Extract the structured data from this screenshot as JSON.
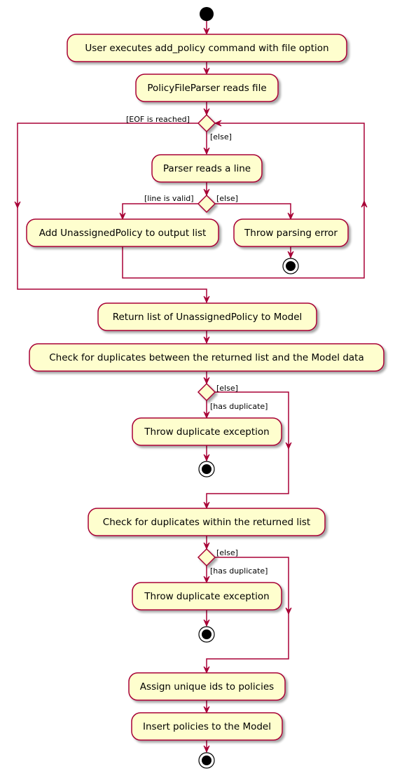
{
  "diagram": {
    "type": "uml-activity",
    "colors": {
      "line": "#A80036",
      "box_fill": "#FEFECE",
      "node": "#000000",
      "shadow": "#cfcfcf"
    },
    "activities": {
      "a1": "User executes add_policy command with file option",
      "a2": "PolicyFileParser reads file",
      "a3": "Parser reads a line",
      "a4": "Add UnassignedPolicy to output list",
      "a5": "Throw parsing error",
      "a6": "Return list of UnassignedPolicy to Model",
      "a7": "Check for duplicates between the returned list and the Model data",
      "a8": "Throw duplicate exception",
      "a9": "Check for duplicates within the returned list",
      "a10": "Throw duplicate exception",
      "a11": "Assign unique ids to policies",
      "a12": "Insert policies to the Model"
    },
    "guards": {
      "g_eof": "[EOF is reached]",
      "g_else1": "[else]",
      "g_valid": "[line is valid]",
      "g_else2": "[else]",
      "g_else3": "[else]",
      "g_dup1": "[has duplicate]",
      "g_else4": "[else]",
      "g_dup2": "[has duplicate]"
    }
  }
}
